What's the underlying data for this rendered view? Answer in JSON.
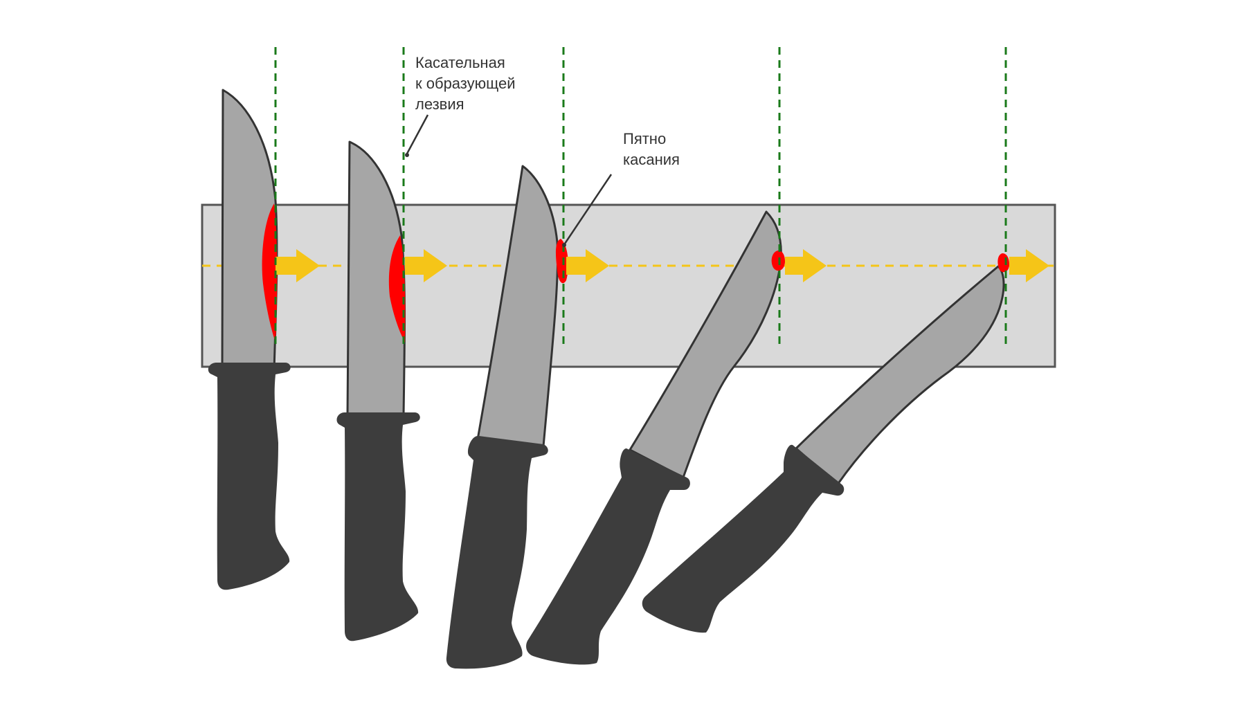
{
  "labels": {
    "tangent": [
      "Касательная",
      "к образующей",
      "лезвия"
    ],
    "contact_spot": [
      "Пятно",
      "касания"
    ]
  },
  "colors": {
    "background": "#ffffff",
    "stone_fill": "#d9d9d9",
    "stone_stroke": "#555555",
    "blade_fill": "#a6a6a6",
    "blade_stroke": "#333333",
    "handle_fill": "#3d3d3d",
    "contact_spot": "#ff0000",
    "tangent_line": "#1a7a1a",
    "motion_line": "#f5c518",
    "motion_arrow": "#f5c518",
    "leader_line": "#333333"
  },
  "knives": [
    {
      "name": "knife-1-vertical"
    },
    {
      "name": "knife-2-slight-tilt"
    },
    {
      "name": "knife-3-tilted"
    },
    {
      "name": "knife-4-more-tilted"
    },
    {
      "name": "knife-5-most-tilted"
    }
  ]
}
